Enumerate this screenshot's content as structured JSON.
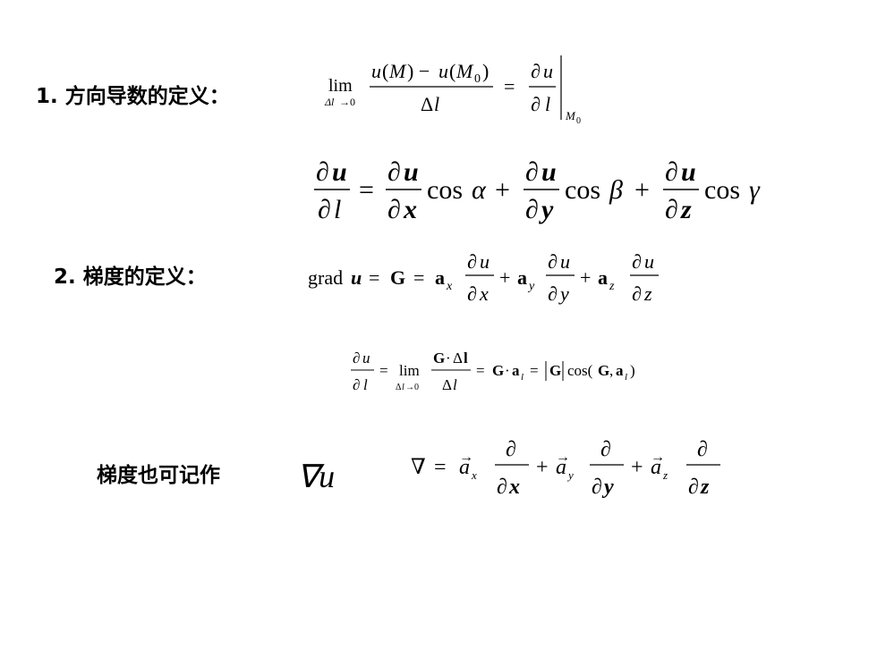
{
  "slide": {
    "heading1": "1. 方向导数的定义：",
    "heading2": "2. 梯度的定义：",
    "heading3": "梯度也可记作",
    "nabla_u": "∇u"
  },
  "formulas": {
    "directional_derivative_definition": "lim_{Δl→0} [u(M) − u(M0)] / Δl = ∂u/∂l |_{M0}",
    "directional_derivative_expansion": "∂u/∂l = ∂u/∂x cos α + ∂u/∂y cos β + ∂u/∂z cos γ",
    "gradient_definition": "gradu = G = a_x ∂u/∂x + a_y ∂u/∂y + a_z ∂u/∂z",
    "gradient_projection": "∂u/∂l = lim_{Δl→0} G·Δl / Δl = G·a_l = |G| cos(G, a_l)",
    "nabla_operator": "∇ = a_x ∂/∂x + a_y ∂/∂y + a_z ∂/∂z"
  }
}
